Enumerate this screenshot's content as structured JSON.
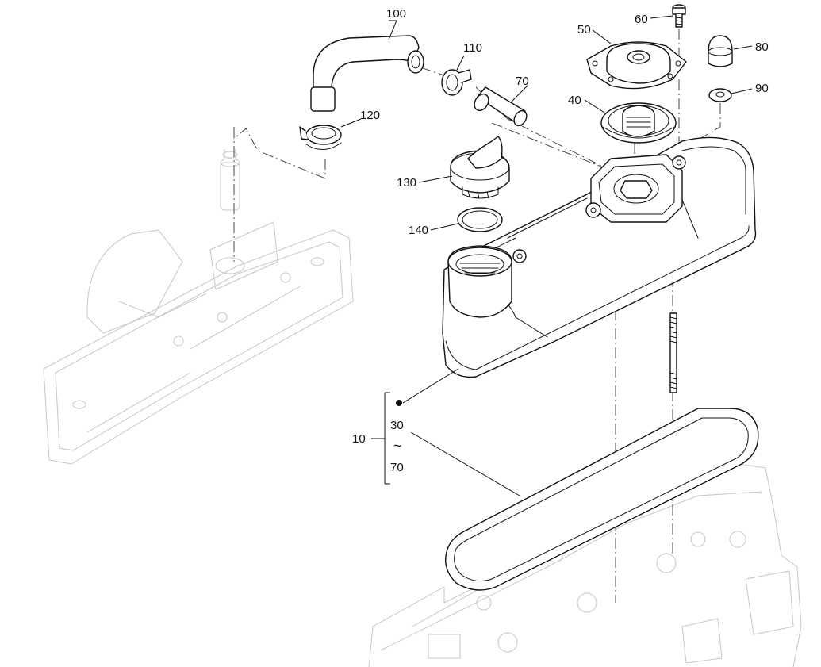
{
  "parts": [
    {
      "id": "10",
      "label": "10"
    },
    {
      "id": "30",
      "label": "30"
    },
    {
      "id": "40",
      "label": "40"
    },
    {
      "id": "50",
      "label": "50"
    },
    {
      "id": "60",
      "label": "60"
    },
    {
      "id": "70",
      "label": "70"
    },
    {
      "id": "70b",
      "label": "70"
    },
    {
      "id": "80",
      "label": "80"
    },
    {
      "id": "90",
      "label": "90"
    },
    {
      "id": "100",
      "label": "100"
    },
    {
      "id": "110",
      "label": "110"
    },
    {
      "id": "120",
      "label": "120"
    },
    {
      "id": "130",
      "label": "130"
    },
    {
      "id": "140",
      "label": "140"
    }
  ],
  "range_symbol": "~"
}
